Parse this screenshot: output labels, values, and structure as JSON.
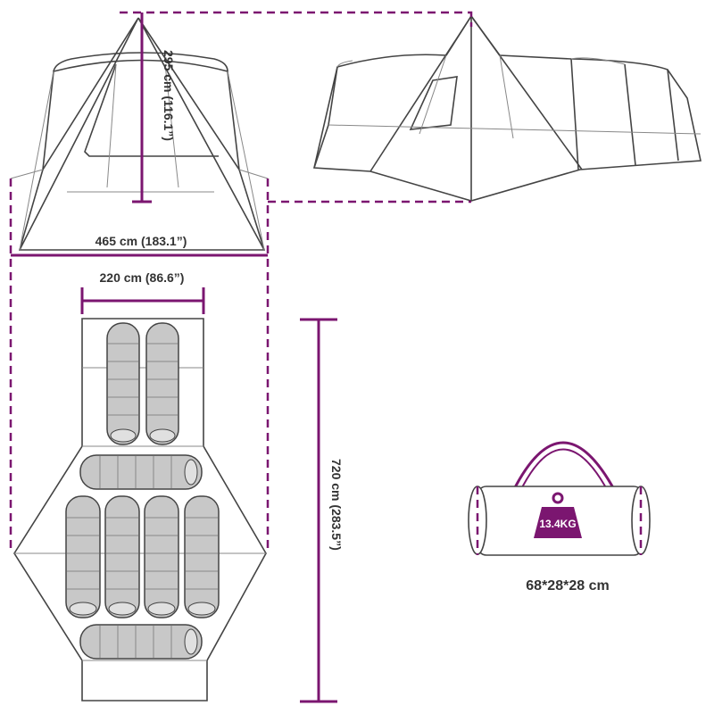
{
  "dimensions": {
    "front_height": "295 cm (116.1”)",
    "front_width": "465 cm (183.1”)",
    "inner_width": "220 cm (86.6”)",
    "length": "720 cm (283.5”)"
  },
  "bag": {
    "weight": "13.4KG",
    "size": "68*28*28 cm"
  },
  "colors": {
    "accent": "#7b1670",
    "outline": "#444444",
    "sleeping_bag": "#c8c8c8"
  }
}
